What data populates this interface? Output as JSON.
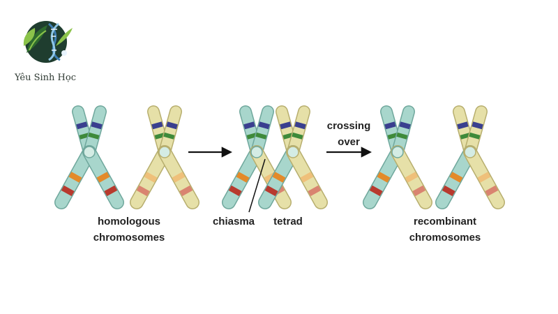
{
  "logo": {
    "text": "Yêu Sinh Học",
    "icon": "leaf-dna-logo-icon",
    "colors": {
      "leaf_dark": "#2e6b2e",
      "leaf_light": "#8bc34a",
      "dna_blue": "#3f7fb3",
      "bg_dark": "#1f3d2f"
    }
  },
  "labels": {
    "homologous_line1": "homologous",
    "homologous_line2": "chromosomes",
    "chiasma": "chiasma",
    "tetrad": "tetrad",
    "crossing_line1": "crossing",
    "crossing_line2": "over",
    "recombinant_line1": "recombinant",
    "recombinant_line2": "chromosomes"
  },
  "colors": {
    "chromosome_a": "#a8d6cc",
    "chromosome_a_edge": "#6fa79c",
    "chromosome_b": "#e6e0a8",
    "chromosome_b_edge": "#b7ae6e",
    "band_blue": "#3a3f8f",
    "band_green": "#3e8a3a",
    "band_orange": "#e38a2a",
    "band_red": "#b83a2e",
    "band_light_orange": "#efc07a",
    "band_light_red": "#d98470",
    "centromere": "#d4ece4",
    "arrow": "#111111"
  }
}
